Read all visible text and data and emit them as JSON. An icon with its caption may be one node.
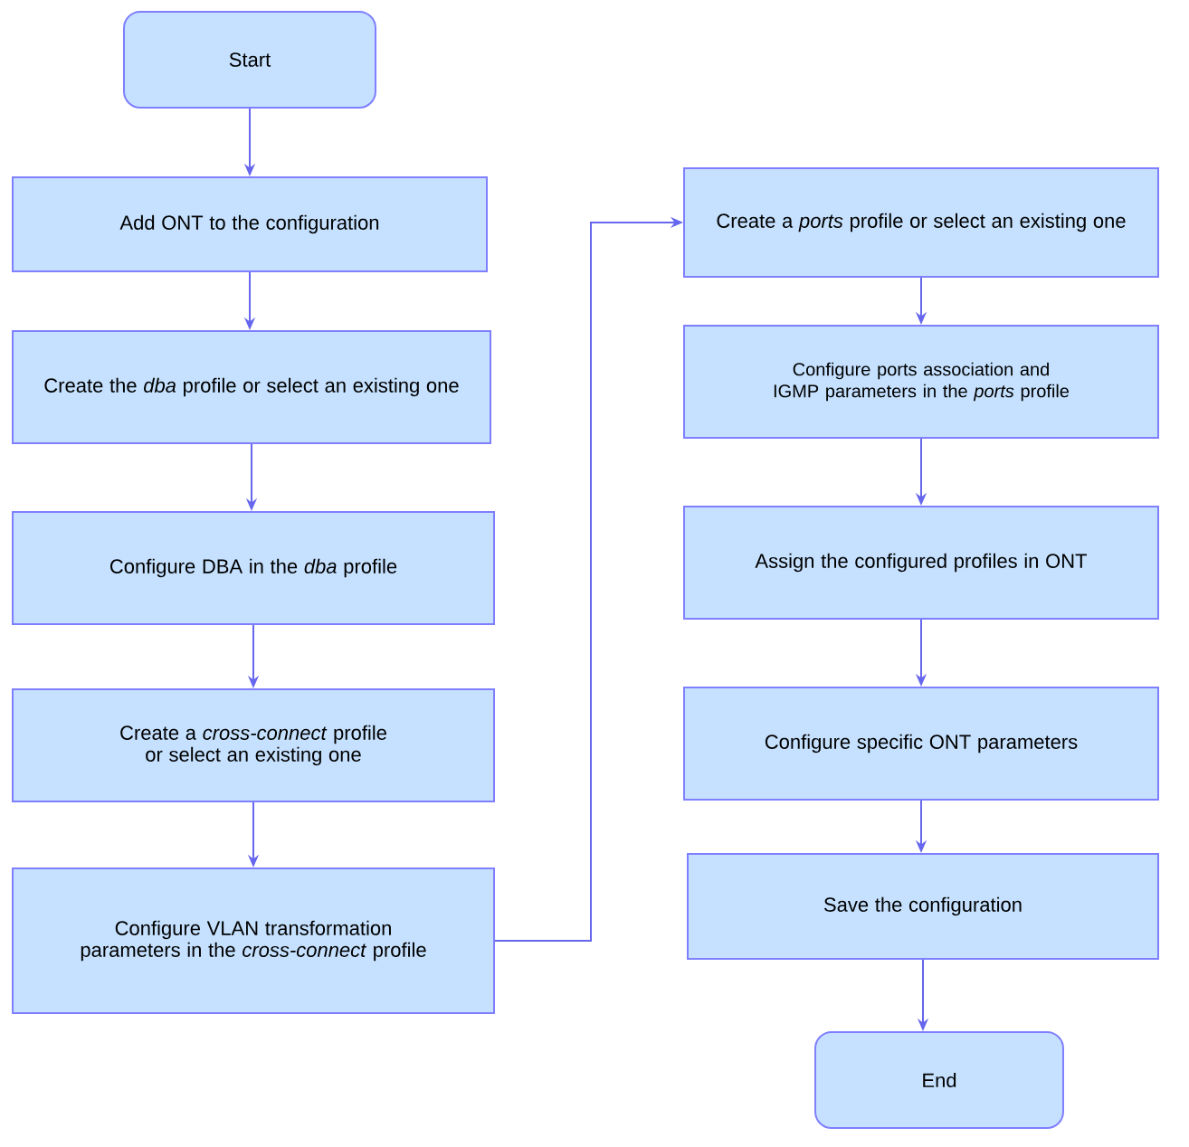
{
  "diagram": {
    "nodes": [
      {
        "text": [
          "Start"
        ]
      },
      {
        "text": [
          "Add ONT to the configuration"
        ]
      },
      {
        "text": [
          "Create the *dba* profile or select an existing one"
        ]
      },
      {
        "text": [
          "Configure DBA in the *dba* profile"
        ]
      },
      {
        "text": [
          "Create a *cross-connect* profile or select an existing one"
        ]
      },
      {
        "text": [
          "Configure VLAN transformation parameters in the *cross-connect* profile"
        ]
      },
      {
        "text": [
          "Create a *ports* profile or select an existing one"
        ]
      },
      {
        "text": [
          "Configure ports association and IGMP parameters in the *ports* profile"
        ]
      },
      {
        "text": [
          "Assign the configured profiles in ONT"
        ]
      },
      {
        "text": [
          "Configure specific ONT parameters"
        ]
      },
      {
        "text": [
          "Save the configuration"
        ]
      },
      {
        "text": [
          "End"
        ]
      }
    ],
    "edges": [
      {
        "from": 0,
        "to": 1,
        "arrow": "to"
      },
      {
        "from": 1,
        "to": 2,
        "arrow": "to"
      },
      {
        "from": 2,
        "to": 3,
        "arrow": "to"
      },
      {
        "from": 3,
        "to": 4,
        "arrow": "to"
      },
      {
        "from": 4,
        "to": 5,
        "arrow": "to"
      },
      {
        "from": 5,
        "to": 6,
        "arrow": "to"
      },
      {
        "from": 6,
        "to": 7,
        "arrow": "to"
      },
      {
        "from": 7,
        "to": 8,
        "arrow": "to"
      },
      {
        "from": 8,
        "to": 9,
        "arrow": "to"
      },
      {
        "from": 9,
        "to": 10,
        "arrow": "to"
      },
      {
        "from": 10,
        "to": 11,
        "arrow": "to"
      }
    ]
  }
}
